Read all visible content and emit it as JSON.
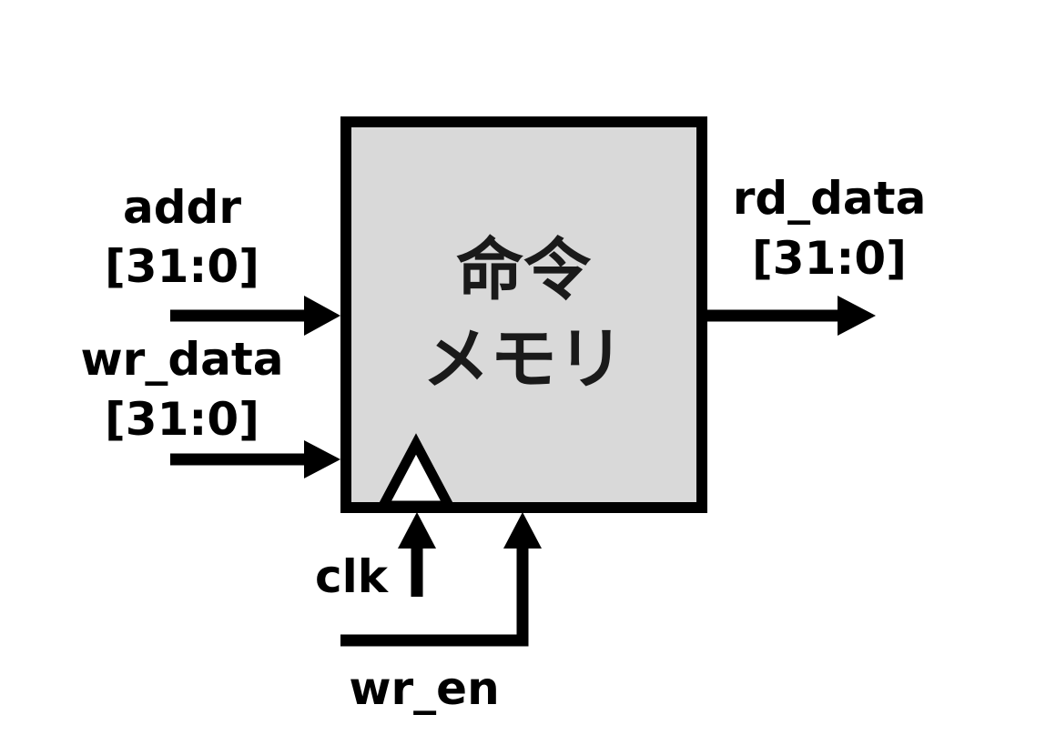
{
  "block": {
    "title_line1": "命令",
    "title_line2": "メモリ",
    "fill": "#d9d9d9",
    "stroke": "#000000"
  },
  "inputs": {
    "addr": {
      "name": "addr",
      "range": "[31:0]"
    },
    "wr_data": {
      "name": "wr_data",
      "range": "[31:0]"
    },
    "clk": {
      "name": "clk"
    },
    "wr_en": {
      "name": "wr_en"
    }
  },
  "outputs": {
    "rd_data": {
      "name": "rd_data",
      "range": "[31:0]"
    }
  }
}
